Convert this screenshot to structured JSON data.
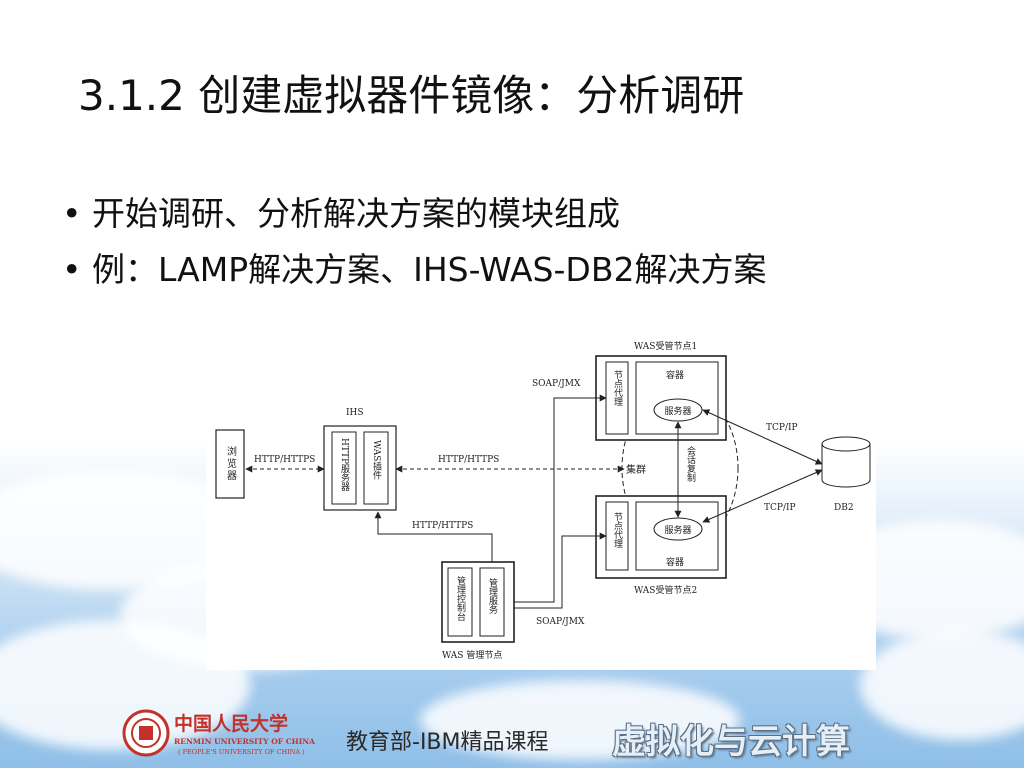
{
  "slide": {
    "title": "3.1.2 创建虚拟器件镜像：分析调研",
    "bullets": [
      "开始调研、分析解决方案的模块组成",
      "例：LAMP解决方案、IHS-WAS-DB2解决方案"
    ],
    "bullet_marker": "•"
  },
  "diagram": {
    "browser": "浏览器",
    "ihs_title": "IHS",
    "http_server": "HTTP服务器",
    "was_plugin": "WAS插件",
    "http_label_1": "HTTP/HTTPS",
    "http_label_2": "HTTP/HTTPS",
    "http_label_3": "HTTP/HTTPS",
    "cluster": "集群",
    "session_replication": "会话复制",
    "soap_label_1": "SOAP/JMX",
    "soap_label_2": "SOAP/JMX",
    "tcp_label_1": "TCP/IP",
    "tcp_label_2": "TCP/IP",
    "db2": "DB2",
    "node1_title": "WAS受管节点1",
    "node2_title": "WAS受管节点2",
    "node_agent_1": "节点代理",
    "node_agent_2": "节点代理",
    "container_1": "容器",
    "container_2": "容器",
    "server_1": "服务器",
    "server_2": "服务器",
    "mgmt_title": "WAS 管理节点",
    "mgmt_console": "管理控制台",
    "mgmt_service": "管理服务"
  },
  "footer": {
    "university_cn": "中国人民大学",
    "university_en": "RENMIN UNIVERSITY OF CHINA",
    "university_en_sub": "( PEOPLE'S UNIVERSITY OF CHINA )",
    "course_provider": "教育部-IBM精品课程",
    "course_name": "虚拟化与云计算"
  },
  "colors": {
    "logo_red": "#c2312c",
    "title_text": "#111111",
    "sky_blue": "#8fbfe8"
  }
}
